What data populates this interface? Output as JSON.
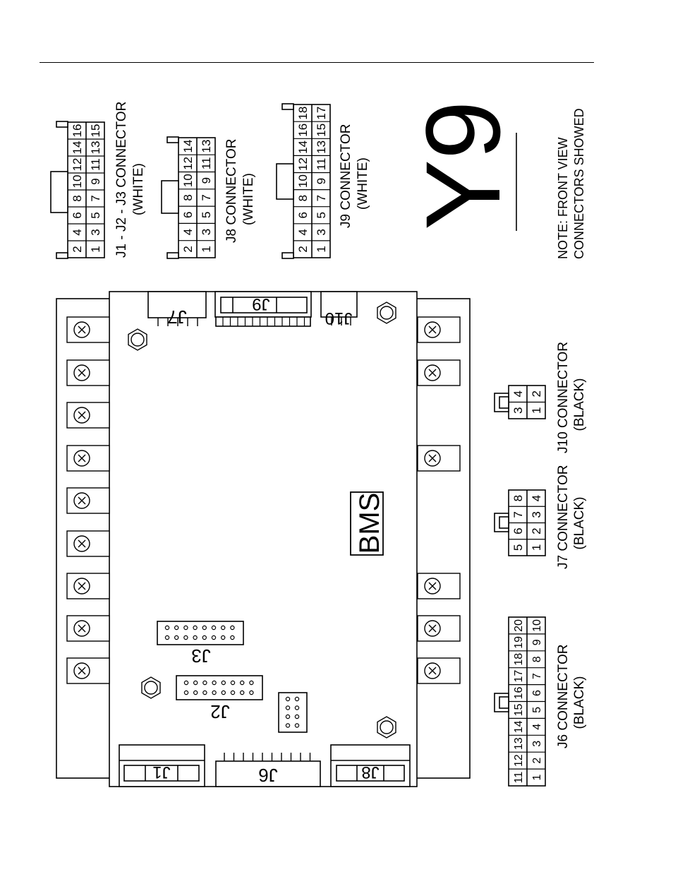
{
  "title": "Y9",
  "note_line1": "NOTE: FRONT VIEW",
  "note_line2": "CONNECTORS SHOWED",
  "board_label": "BMS",
  "headers": {
    "j1": "J1",
    "j6": "J6",
    "j8": "J8",
    "j7": "J7",
    "j9": "J9",
    "j10": "J10",
    "j2": "J2",
    "j3": "J3"
  },
  "connectors": {
    "j1j2j3": {
      "line1": "J1 - J2 - J3 CONNECTOR",
      "line2": "(WHITE)",
      "top_row": [
        "2",
        "4",
        "6",
        "8",
        "10",
        "12",
        "14",
        "16"
      ],
      "bottom_row": [
        "1",
        "3",
        "5",
        "7",
        "9",
        "11",
        "13",
        "15"
      ]
    },
    "j8": {
      "line1": "J8 CONNECTOR",
      "line2": "(WHITE)",
      "top_row": [
        "2",
        "4",
        "6",
        "8",
        "10",
        "12",
        "14"
      ],
      "bottom_row": [
        "1",
        "3",
        "5",
        "7",
        "9",
        "11",
        "13"
      ]
    },
    "j9": {
      "line1": "J9 CONNECTOR",
      "line2": "(WHITE)",
      "top_row": [
        "2",
        "4",
        "6",
        "8",
        "10",
        "12",
        "14",
        "16",
        "18"
      ],
      "bottom_row": [
        "1",
        "3",
        "5",
        "7",
        "9",
        "11",
        "13",
        "15",
        "17"
      ]
    },
    "j10": {
      "line1": "J10 CONNECTOR",
      "line2": "(BLACK)",
      "top_row": [
        "3",
        "4"
      ],
      "bottom_row": [
        "1",
        "2"
      ]
    },
    "j7": {
      "line1": "J7 CONNECTOR",
      "line2": "(BLACK)",
      "top_row": [
        "5",
        "6",
        "7",
        "8"
      ],
      "bottom_row": [
        "1",
        "2",
        "3",
        "4"
      ]
    },
    "j6": {
      "line1": "J6 CONNECTOR",
      "line2": "(BLACK)",
      "top_row": [
        "11",
        "12",
        "13",
        "14",
        "15",
        "16",
        "17",
        "18",
        "19",
        "20"
      ],
      "bottom_row": [
        "1",
        "2",
        "3",
        "4",
        "5",
        "6",
        "7",
        "8",
        "9",
        "10"
      ]
    }
  }
}
